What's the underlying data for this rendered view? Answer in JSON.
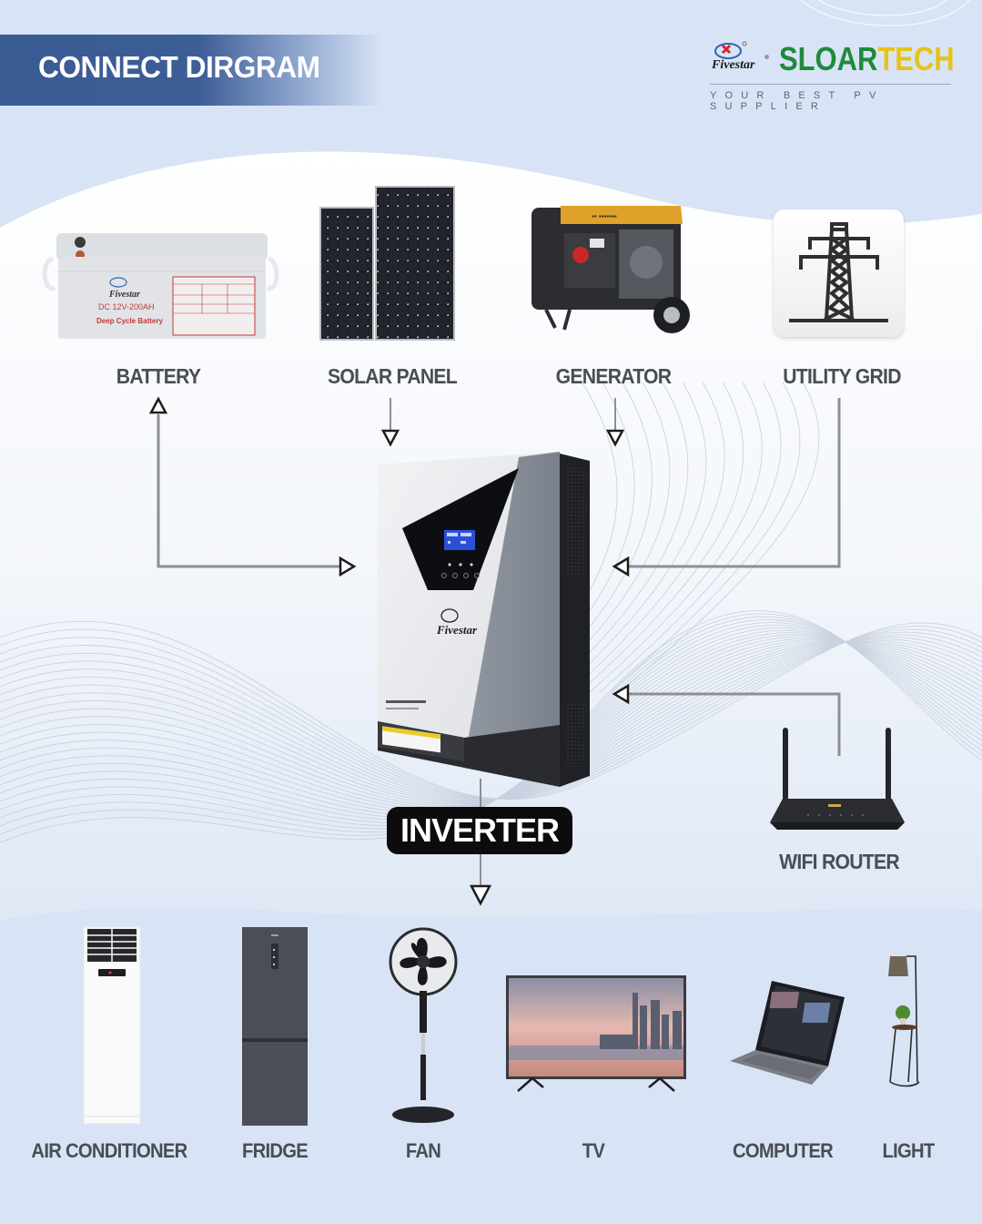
{
  "header": {
    "title": "CONNECT DIRGRAM",
    "logo_mark_text": "Fivestar",
    "brand_part1": "SLOAR",
    "brand_part2": "TECH",
    "tagline": "YOUR BEST PV SUPPLIER"
  },
  "colors": {
    "banner": "#3d5d96",
    "brand_green": "#1e8a3c",
    "brand_yellow": "#e6c318",
    "background": "#d8e4f5",
    "label_text": "#4a4d55",
    "connector": "#8c8f94"
  },
  "sources": [
    {
      "id": "battery",
      "label": "BATTERY",
      "icon": "battery-icon",
      "flow": "bidirectional"
    },
    {
      "id": "solar-panel",
      "label": "SOLAR PANEL",
      "icon": "solar-panel-icon",
      "flow": "to-inverter"
    },
    {
      "id": "generator",
      "label": "GENERATOR",
      "icon": "generator-icon",
      "flow": "to-inverter"
    },
    {
      "id": "utility-grid",
      "label": "UTILITY GRID",
      "icon": "power-tower-icon",
      "flow": "to-inverter"
    }
  ],
  "battery_print": {
    "brand": "Fivestar",
    "rating": "DC 12V-200AH",
    "type": "Deep Cycle Battery"
  },
  "inverter": {
    "label": "INVERTER",
    "brand": "Fivestar"
  },
  "router": {
    "label": "WIFI ROUTER",
    "icon": "wifi-router-icon"
  },
  "loads": [
    {
      "id": "air-conditioner",
      "label": "AIR CONDITIONER",
      "icon": "air-conditioner-icon"
    },
    {
      "id": "fridge",
      "label": "FRIDGE",
      "icon": "fridge-icon"
    },
    {
      "id": "fan",
      "label": "FAN",
      "icon": "fan-icon"
    },
    {
      "id": "tv",
      "label": "TV",
      "icon": "tv-icon"
    },
    {
      "id": "computer",
      "label": "COMPUTER",
      "icon": "laptop-icon"
    },
    {
      "id": "light",
      "label": "LIGHT",
      "icon": "floor-lamp-icon"
    }
  ]
}
